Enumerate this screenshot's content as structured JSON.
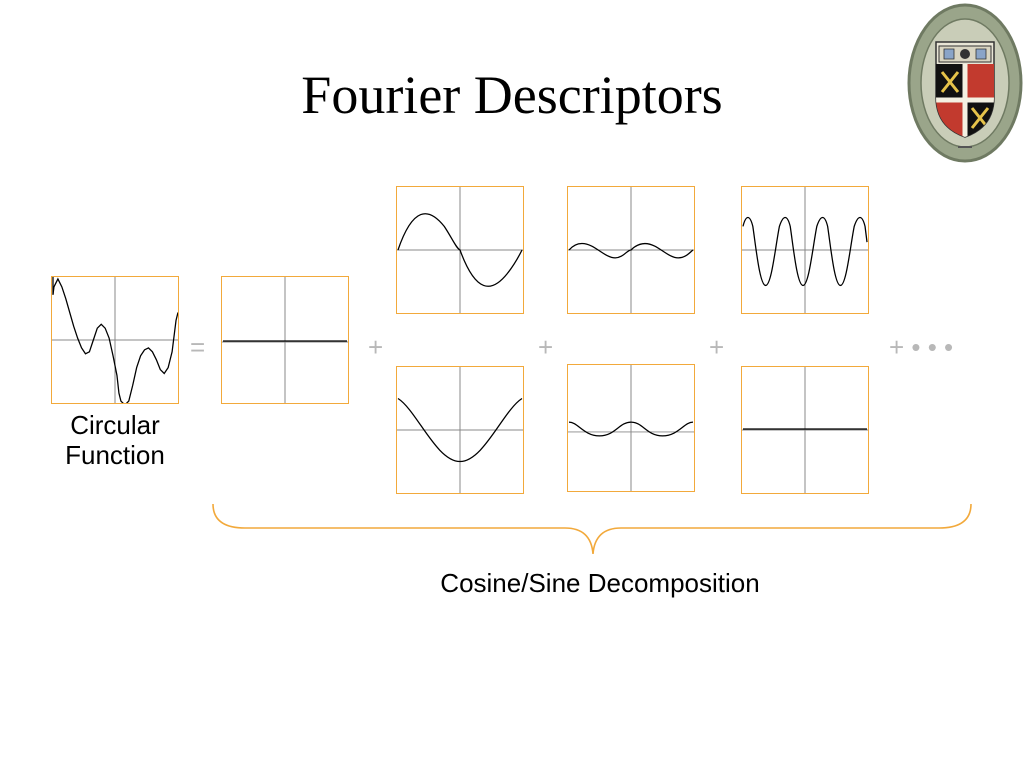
{
  "slide": {
    "title": "Fourier Descriptors",
    "circular_caption_line1": "Circular",
    "circular_caption_line2": "Function",
    "decomposition_caption": "Cosine/Sine Decomposition",
    "operators": {
      "equals": "=",
      "plus1": "+",
      "plus2": "+",
      "plus3": "+",
      "plus_ellipsis": "+ • • •"
    },
    "colors": {
      "frame": "#f2a93b",
      "operator": "#b8b8b8",
      "axis": "#888888",
      "curve": "#000000",
      "brace": "#f2a93b"
    },
    "seal": {
      "description_icon": "university-seal-icon"
    }
  }
}
